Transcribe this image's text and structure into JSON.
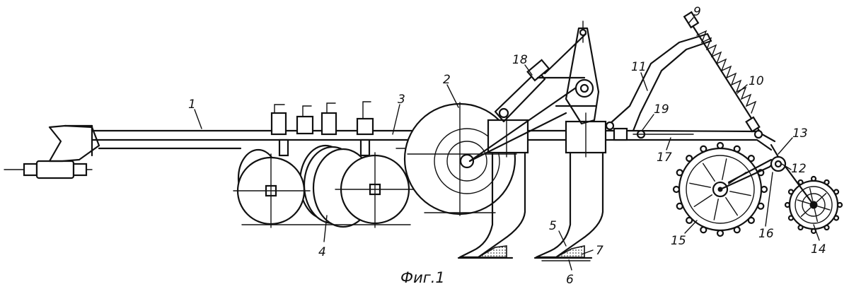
{
  "caption": "Фиг.1",
  "labels": {
    "l1": "1",
    "l2": "2",
    "l3": "3",
    "l4": "4",
    "l5": "5",
    "l6": "6",
    "l7": "7",
    "l9": "9",
    "l10": "10",
    "l11": "11",
    "l12": "12",
    "l13": "13",
    "l14": "14",
    "l15": "15",
    "l16": "16",
    "l17": "17",
    "l18": "18",
    "l19": "19"
  }
}
